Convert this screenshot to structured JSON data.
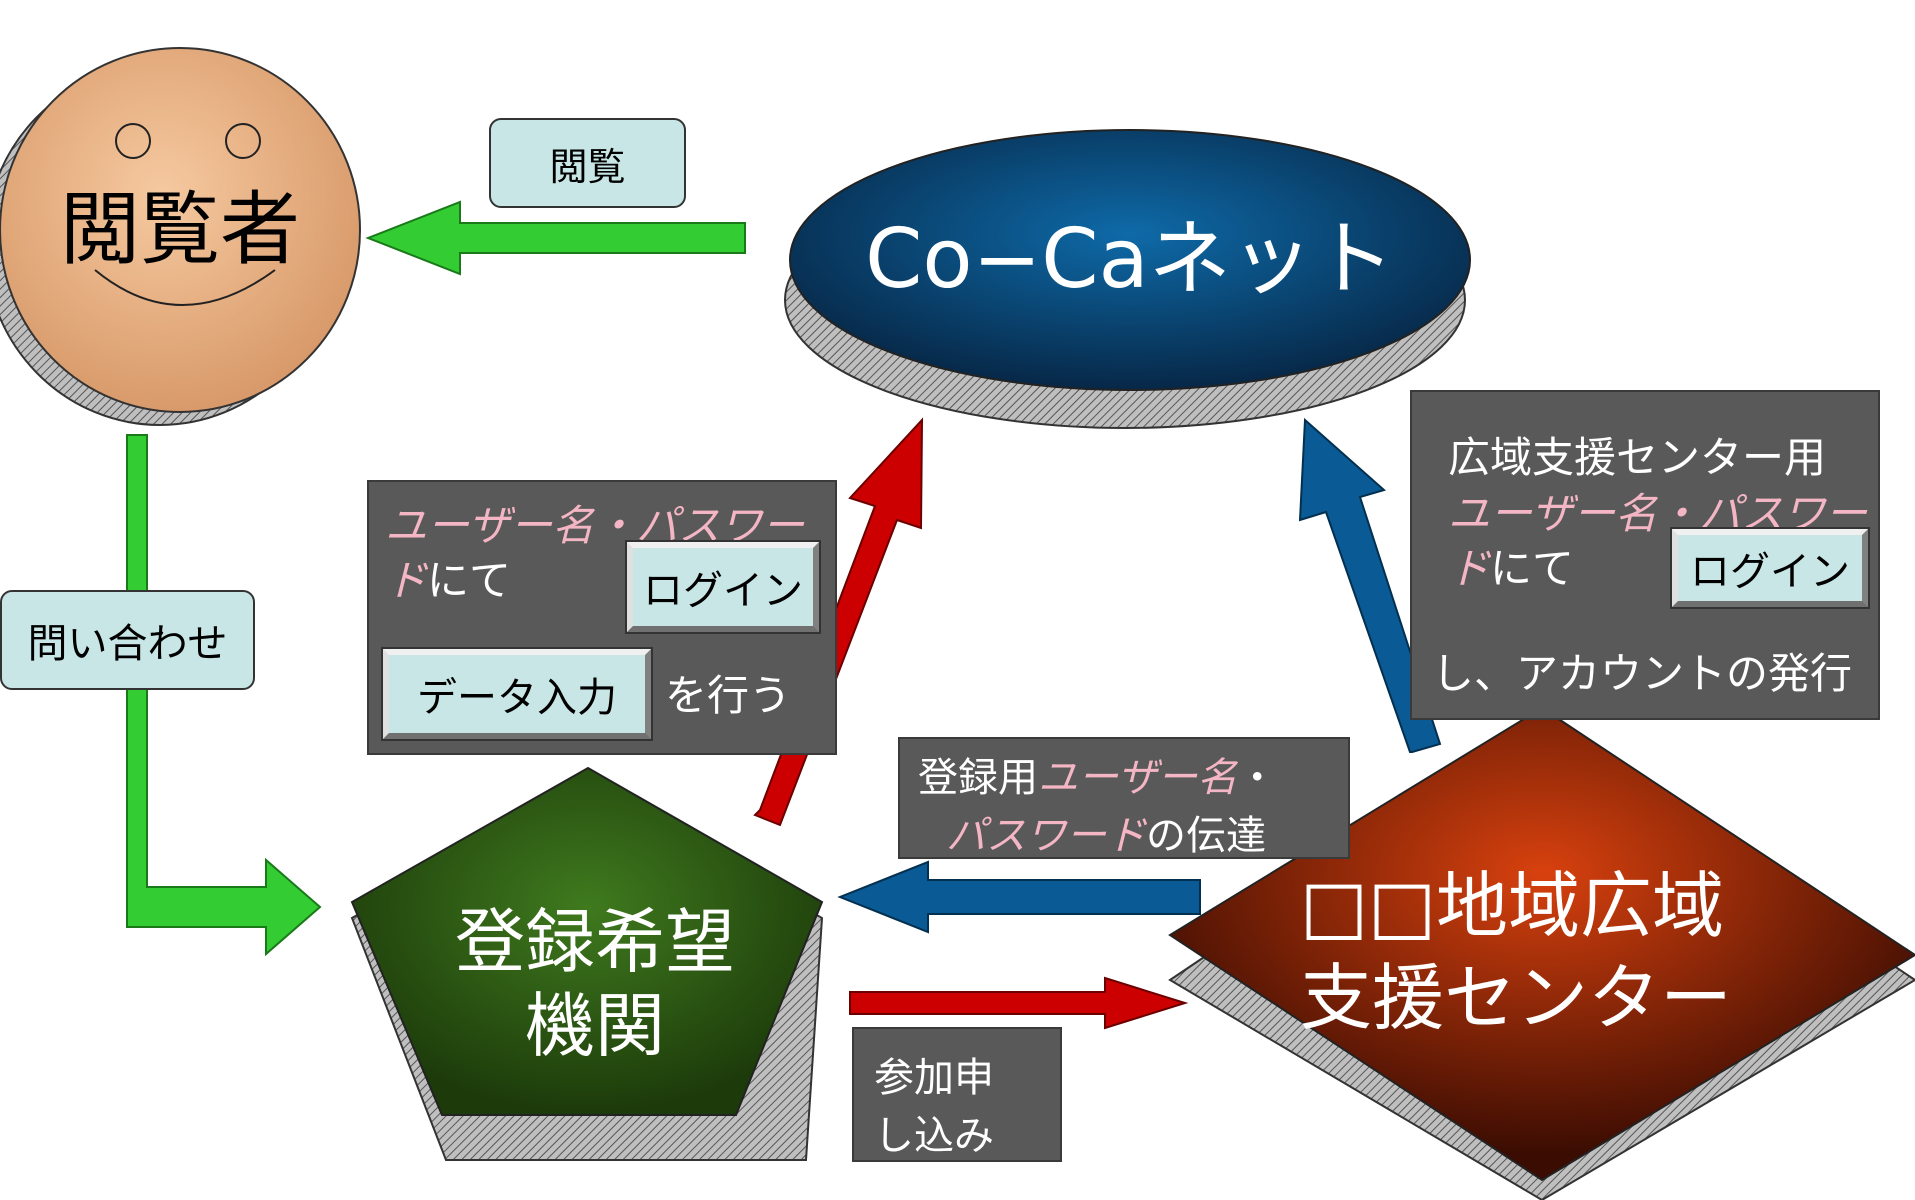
{
  "viewer": {
    "label": "閲覧者"
  },
  "cocanet": {
    "label": "Co−Caネット"
  },
  "browse_label": "閲覧",
  "inquiry_label": "問い合わせ",
  "registrant": {
    "line1": "登録希望",
    "line2": "機関"
  },
  "center": {
    "line1": "□□地域広域",
    "line2": "支援センター"
  },
  "login_box": {
    "italic_text": "ユーザー名・パスワー",
    "italic_text2": "ド",
    "plain_text": "にて",
    "login_button": "ログイン",
    "data_button": "データ入力",
    "trailing_text": "を行う"
  },
  "center_login_box": {
    "title": "広域支援センター用",
    "italic_text": "ユーザー名・パスワー",
    "italic_text2": "ド",
    "plain_text": "にて",
    "login_button": "ログイン",
    "trailing_text": "し、アカウントの発行"
  },
  "transmit_box": {
    "prefix": "登録用",
    "italic1": "ユーザー名",
    "dot": "・",
    "italic2": "パスワード",
    "suffix": "の伝達"
  },
  "apply_box": {
    "line1": "参加申",
    "line2": "し込み"
  },
  "colors": {
    "green_arrow": "#33cc33",
    "red_arrow": "#cc0000",
    "blue_arrow": "#0a5a96",
    "ellipse": "#0b3a66",
    "pentagon": "#2f5a16",
    "diamond": "#c0330a",
    "face": "#f2b88a"
  }
}
